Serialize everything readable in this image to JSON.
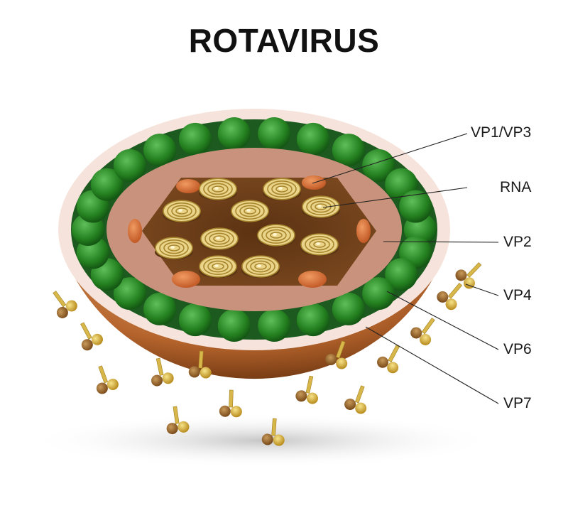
{
  "title": "ROTAVIRUS",
  "labels": {
    "vp1_vp3": "VP1/VP3",
    "rna": "RNA",
    "vp2": "VP2",
    "vp4": "VP4",
    "vp6": "VP6",
    "vp7": "VP7"
  },
  "colors": {
    "outer_shell": "#b5642c",
    "rim": "#f6e4dc",
    "vp6_layer": "#1c5a1f",
    "vp6_bead": "#2e8b2e",
    "vp2_layer": "#c9927c",
    "core": "#6b3c16",
    "rna": "#e9d48a",
    "vp1_vp3": "#d9703e",
    "vp4_spike": "#d7b64a"
  }
}
